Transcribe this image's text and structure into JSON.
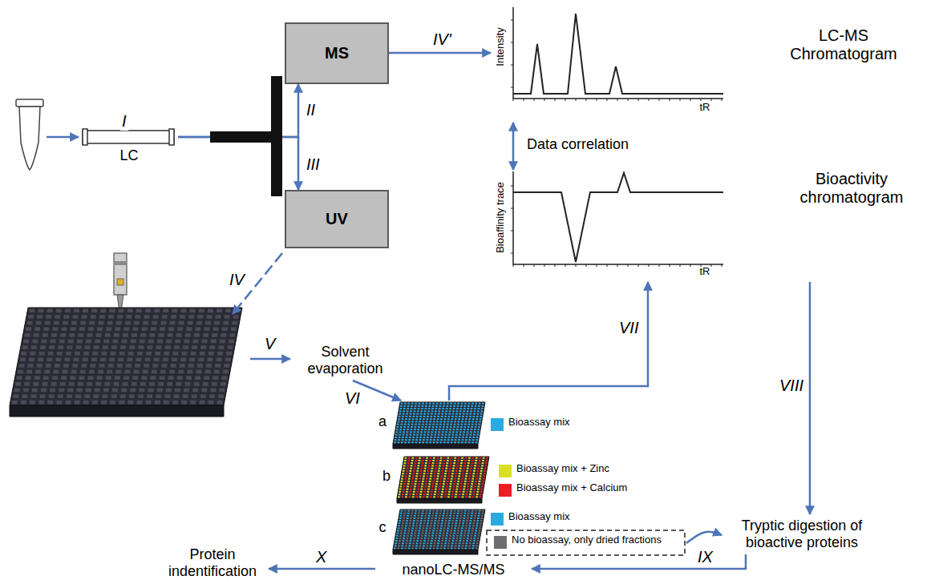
{
  "diagram": {
    "nodes": [
      {
        "text": [
          "LC"
        ]
      },
      {
        "text": [
          "MS"
        ]
      },
      {
        "text": [
          "UV"
        ]
      },
      {
        "text": [
          "Intensity",
          "tR",
          "LC-MS Chromatogram"
        ]
      },
      {
        "text": [
          "Bioaffinity trace",
          "tR",
          "Bioactivity chromatogram"
        ]
      },
      {
        "text": [
          "Solvent evaporation"
        ]
      },
      {
        "text": [
          "a"
        ]
      },
      {
        "text": [
          "b"
        ]
      },
      {
        "text": [
          "c"
        ]
      },
      {
        "text": [
          "Tryptic digestion of bioactive proteins"
        ]
      },
      {
        "text": [
          "nanoLC-MS/MS"
        ]
      },
      {
        "text": [
          "Protein indentification"
        ]
      }
    ],
    "edges": [
      {
        "from": 0,
        "to": 1,
        "arrow": "to",
        "label": "II"
      },
      {
        "from": 0,
        "to": 2,
        "arrow": "to",
        "label": "III"
      },
      {
        "from": 1,
        "to": 3,
        "arrow": "to",
        "label": "IV'"
      },
      {
        "from": 3,
        "to": 4,
        "arrow": "both",
        "label": "Data correlation"
      },
      {
        "from": 5,
        "to": 6,
        "arrow": "to",
        "label": "VI"
      },
      {
        "from": 6,
        "to": 4,
        "arrow": "to",
        "label": "VII"
      },
      {
        "from": 4,
        "to": 9,
        "arrow": "to",
        "label": "VIII"
      },
      {
        "from": 8,
        "to": 9,
        "arrow": "to"
      },
      {
        "from": 9,
        "to": 10,
        "arrow": "to",
        "label": "IX"
      },
      {
        "from": 10,
        "to": 11,
        "arrow": "to",
        "label": "X"
      }
    ],
    "labels": [
      "I",
      "IV",
      "V"
    ],
    "legend": [
      {
        "text": "Bioassay mix",
        "color": "#29abe2"
      },
      {
        "text": "Bioassay mix + Zinc",
        "color": "#d9e021"
      },
      {
        "text": "Bioassay mix + Calcium",
        "color": "#ed1c24"
      },
      {
        "text": "Bioassay mix",
        "color": "#29abe2"
      },
      {
        "text": "No bioassay, only dried fractions",
        "color": "#6d6e71"
      }
    ]
  }
}
